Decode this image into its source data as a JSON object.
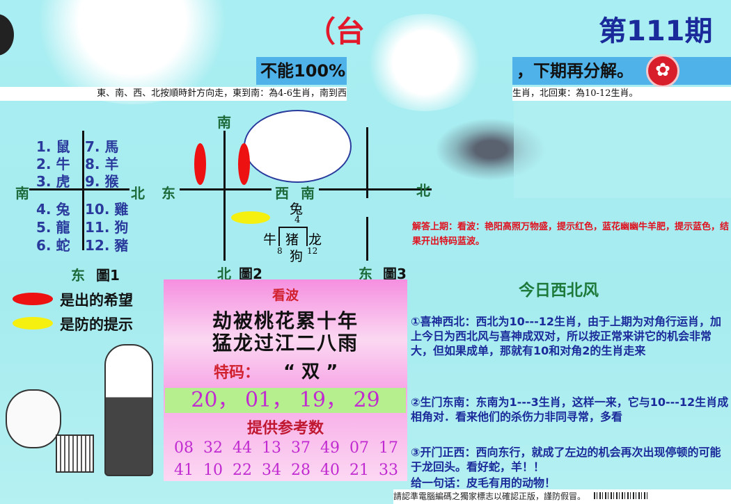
{
  "header": {
    "issue": "第111期",
    "title_fragment": "（台",
    "band_left": "不能100%，",
    "band_right": "，下期再分解。",
    "strip_left": "東、南、西、北按順時針方向走，東到南：為4-6生肖，南到西",
    "strip_right": "生肖，北回東：為10-12生肖。"
  },
  "figure1": {
    "directions": {
      "left": "南",
      "right": "北"
    },
    "left_items": [
      "1. 鼠",
      "2. 牛",
      "3. 虎",
      "4. 兔",
      "5. 龍",
      "6. 蛇"
    ],
    "right_items": [
      "7. 馬",
      "8. 羊",
      "9. 猴",
      "10. 雞",
      "11. 狗",
      "12. 豬"
    ],
    "caption_dir": "东",
    "caption": "圖1"
  },
  "figure2": {
    "directions": {
      "top": "南",
      "left": "东",
      "right": "西"
    },
    "caption_dir": "北",
    "caption": "圖2",
    "diagram": {
      "top": "兔",
      "top_num": "4",
      "left": "牛",
      "center": "猪",
      "right": "龙",
      "bottom": "狗",
      "bottom_left_num": "8",
      "bottom_right_num": "12"
    }
  },
  "figure3": {
    "directions": {
      "left": "南",
      "right": "北"
    },
    "caption_dir": "东",
    "caption": "圖3"
  },
  "legend": [
    {
      "color": "#ee1111",
      "label": "是出的希望"
    },
    {
      "color": "#f5f010",
      "label": "是防的提示"
    }
  ],
  "panel": {
    "heading": "看波",
    "poem": [
      "劫被桃花累十年",
      "猛龙过江二八雨"
    ],
    "special_label": "特码：",
    "special_value": "“ 双 ”",
    "main_numbers": [
      "20",
      "01",
      "19",
      "29"
    ],
    "ref_label": "提供参考数",
    "ref_numbers": [
      [
        "08",
        "32",
        "44",
        "13",
        "37",
        "49",
        "07",
        "17"
      ],
      [
        "41",
        "10",
        "22",
        "34",
        "28",
        "40",
        "21",
        "33"
      ]
    ]
  },
  "right": {
    "answer": "解答上期：看波：艳阳高照万物盛，提示红色，蓝花幽幽牛羊肥，提示蓝色，结果开出特码蓝波。",
    "today_title": "今日西北风",
    "paragraphs": [
      "①喜神西北：西北为10---12生肖，由于上期为对角行运肖，加上今日为西北风与喜神成双对，所以按正常来讲它的机会非常大，但如果成单，那就有10和对角2的生肖走来",
      "②生门东南：东南为1---3生肖，这样一来，它与10---12生肖成相角对．看来他们的杀伤力非同寻常，多看",
      "③开门正西：西向东行，就成了左边的机会再次出现停顿的可能于龙回头。看好蛇，羊！！",
      "给一句话：皮毛有用的动物！"
    ],
    "footer": "請認準電腦編碼之獨家標志以確認正版，謹防假冒。"
  },
  "colors": {
    "accent_blue": "#1a2a9a",
    "red": "#ee1111",
    "green": "#1d6a3a"
  }
}
